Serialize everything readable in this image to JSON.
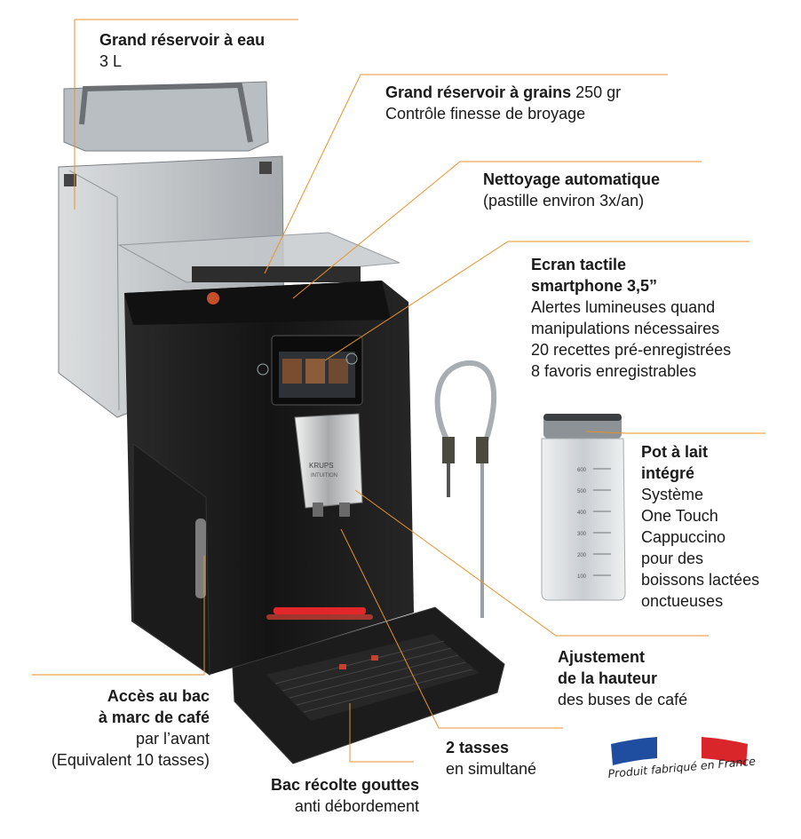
{
  "callouts": {
    "water_tank": {
      "title": "Grand réservoir à eau",
      "detail": "3 L"
    },
    "bean_tank": {
      "title": "Grand réservoir à grains",
      "title_suffix": " 250 gr",
      "detail": "Contrôle finesse de broyage"
    },
    "cleaning": {
      "title": "Nettoyage automatique",
      "detail": "(pastille environ 3x/an)"
    },
    "screen": {
      "title_line1": "Ecran tactile",
      "title_line2": "smartphone 3,5”",
      "details": [
        "Alertes lumineuses quand",
        "manipulations nécessaires",
        "20 recettes pré-enregistrées",
        "8 favoris enregistrables"
      ]
    },
    "milk_jug": {
      "title_line1": "Pot à lait",
      "title_line2": "intégré",
      "details": [
        "Système",
        "One Touch",
        "Cappuccino",
        "pour des",
        "boissons lactées",
        "onctueuses"
      ]
    },
    "height": {
      "title_line1": "Ajustement",
      "title_line2": "de la hauteur",
      "detail": "des buses de café"
    },
    "grounds": {
      "title_line1": "Accès au bac",
      "title_line2": "à marc de café",
      "detail1": "par l’avant",
      "detail2": "(Equivalent 10 tasses)"
    },
    "cups": {
      "title": "2 tasses",
      "detail": "en simultané"
    },
    "drip": {
      "title": "Bac récolte gouttes",
      "detail": "anti débordement"
    }
  },
  "badge": {
    "text": "Produit fabriqué en France",
    "colors": [
      "#1f4ea1",
      "#ffffff",
      "#d9262a"
    ]
  },
  "machine": {
    "brand": "KRUPS",
    "model": "INTUITION"
  },
  "jug_scale": [
    "600",
    "500",
    "400",
    "300",
    "200",
    "100"
  ],
  "accent_color": "#e8922a"
}
